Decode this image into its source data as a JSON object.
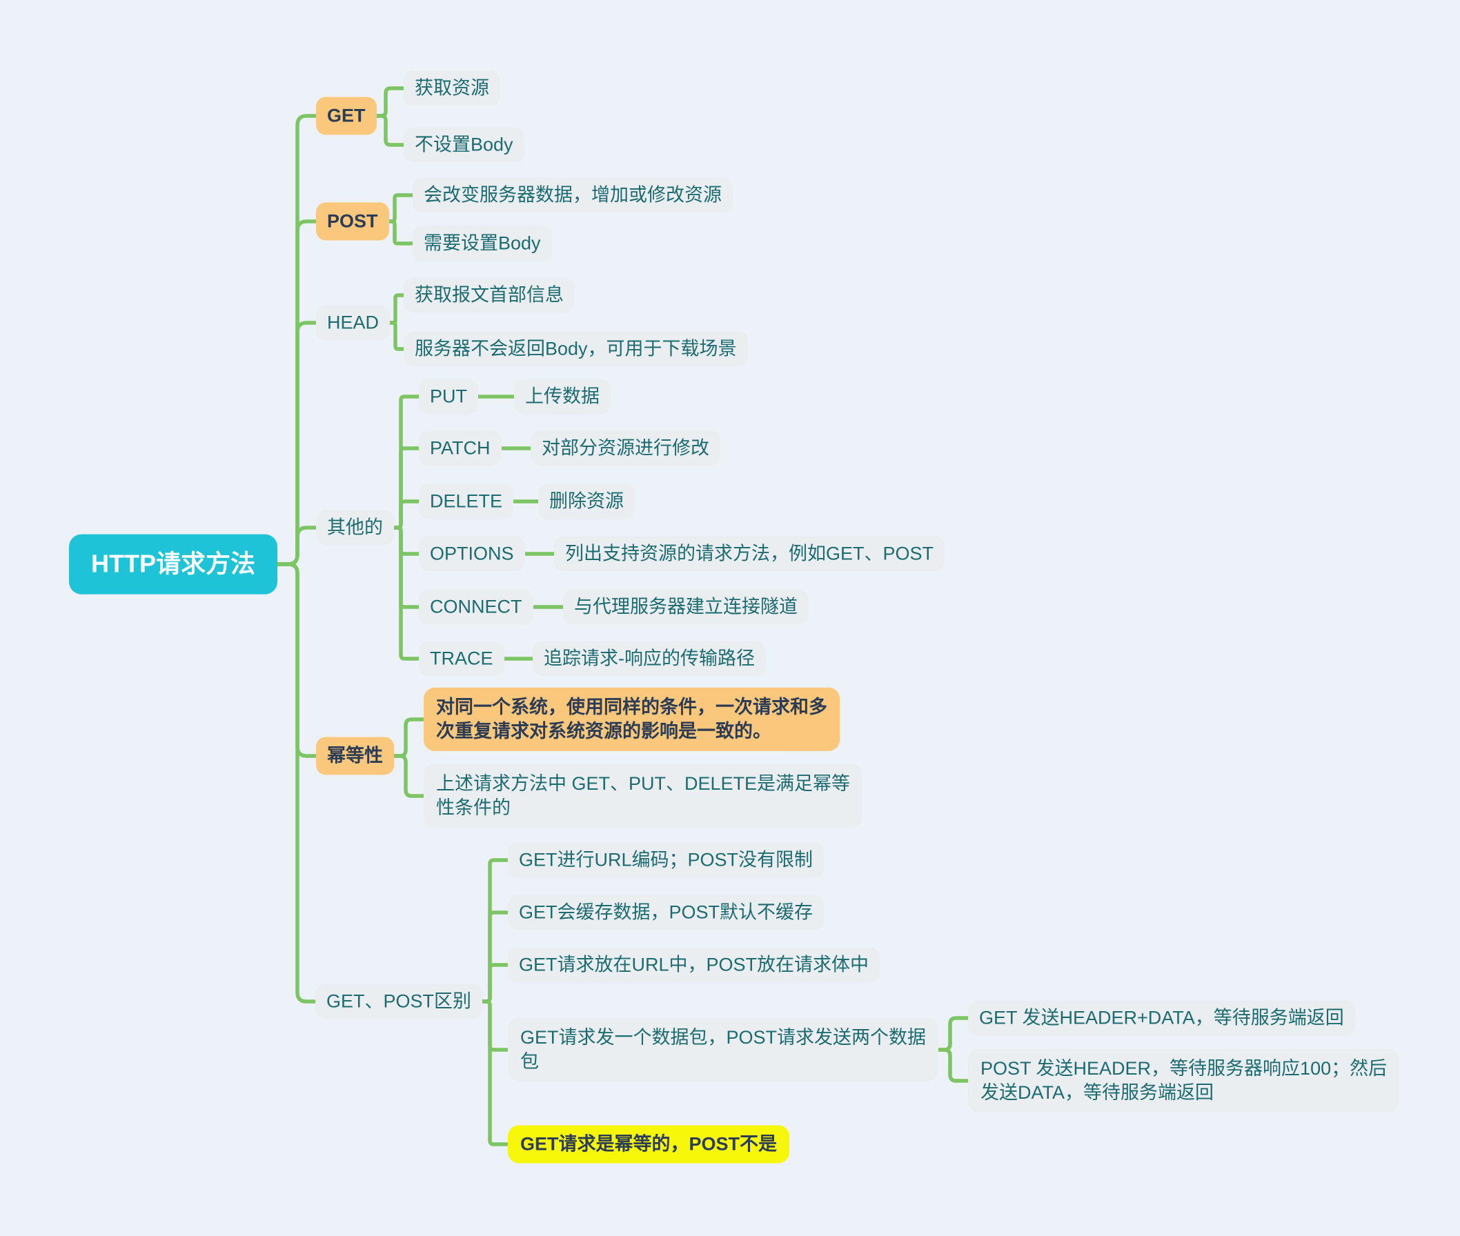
{
  "colors": {
    "page-bg": "#edf2f8",
    "node-bg": "#ebeef0",
    "root-bg": "#1fc3d8",
    "topic-bg": "#f9c87c",
    "highlight": "#f7f70a",
    "text-teal": "#1b6b70",
    "text-navy": "#2d3c55",
    "connector": "#7cc464"
  },
  "nodes": [
    {
      "label": "HTTP请求方法"
    },
    {
      "label": "GET"
    },
    {
      "label": "获取资源"
    },
    {
      "label": "不设置Body"
    },
    {
      "label": "POST"
    },
    {
      "label": "会改变服务器数据，增加或修改资源"
    },
    {
      "label": "需要设置Body"
    },
    {
      "label": "HEAD"
    },
    {
      "label": "获取报文首部信息"
    },
    {
      "label": "服务器不会返回Body，可用于下载场景"
    },
    {
      "label": "其他的"
    },
    {
      "label": "PUT"
    },
    {
      "label": "上传数据"
    },
    {
      "label": "PATCH"
    },
    {
      "label": "对部分资源进行修改"
    },
    {
      "label": "DELETE"
    },
    {
      "label": "删除资源"
    },
    {
      "label": "OPTIONS"
    },
    {
      "label": "列出支持资源的请求方法，例如GET、POST"
    },
    {
      "label": "CONNECT"
    },
    {
      "label": "与代理服务器建立连接隧道"
    },
    {
      "label": "TRACE"
    },
    {
      "label": "追踪请求-响应的传输路径"
    },
    {
      "label": "幂等性"
    },
    {
      "label": "对同一个系统，使用同样的条件，一次请求和多\n次重复请求对系统资源的影响是一致的。"
    },
    {
      "label": "上述请求方法中 GET、PUT、DELETE是满足幂等\n性条件的"
    },
    {
      "label": "GET、POST区别"
    },
    {
      "label": "GET进行URL编码；POST没有限制"
    },
    {
      "label": "GET会缓存数据，POST默认不缓存"
    },
    {
      "label": "GET请求放在URL中，POST放在请求体中"
    },
    {
      "label": "GET请求发一个数据包，POST请求发送两个数据\n包"
    },
    {
      "label": "GET 发送HEADER+DATA，等待服务端返回"
    },
    {
      "label": "POST 发送HEADER，等待服务器响应100；然后\n发送DATA，等待服务端返回"
    },
    {
      "label": "GET请求是幂等的，POST不是"
    }
  ]
}
